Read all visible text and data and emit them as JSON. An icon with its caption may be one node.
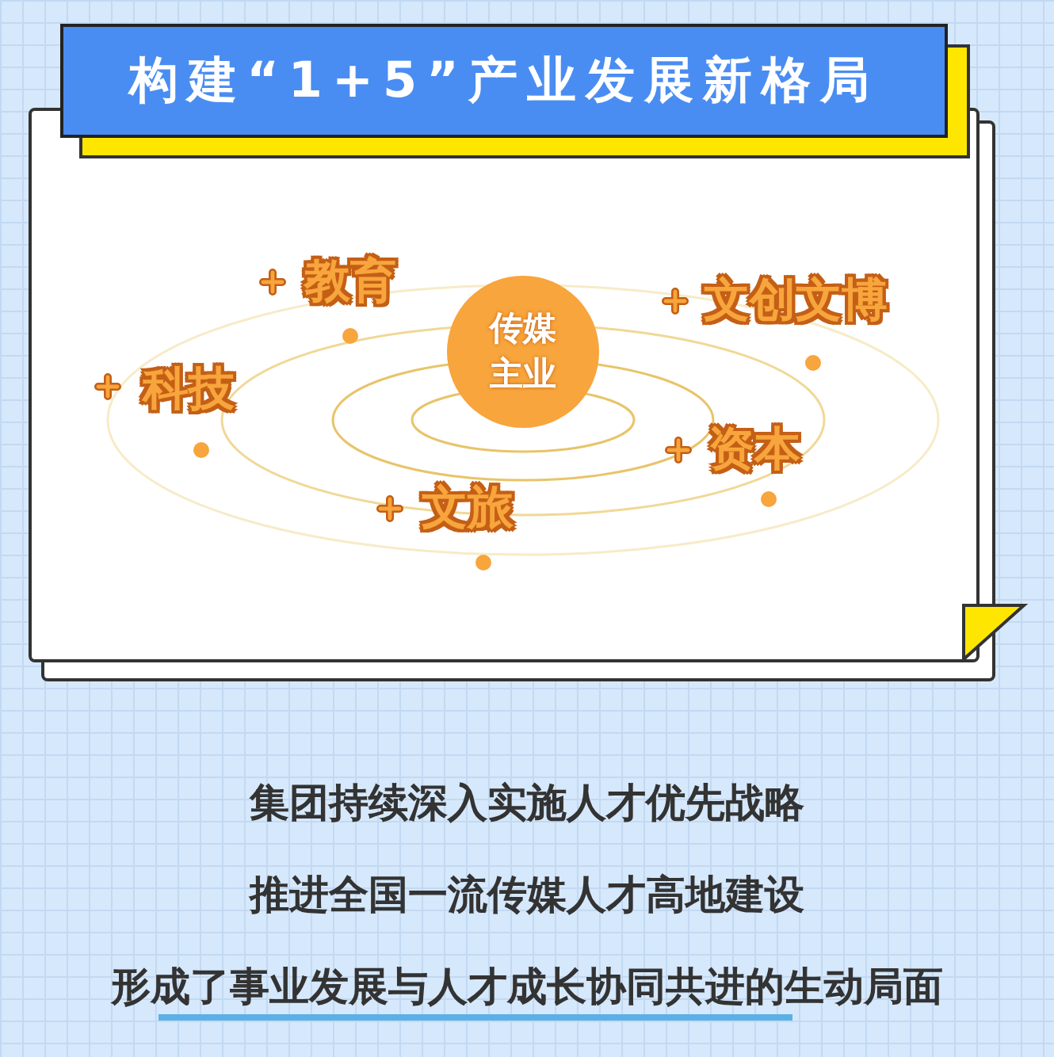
{
  "diagram": {
    "title": "构建“1+5”产业发展新格局",
    "nodes": [
      {
        "text": [
          "传媒主业"
        ]
      }
    ],
    "edges": [],
    "labels": [
      "教育",
      "文创文博",
      "科技",
      "资本",
      "文旅",
      "集团持续深入实施人才优先战略",
      "推进全国一流传媒人才高地建设",
      "形成了事业发展与人才成长协同共进的生动局面"
    ]
  }
}
